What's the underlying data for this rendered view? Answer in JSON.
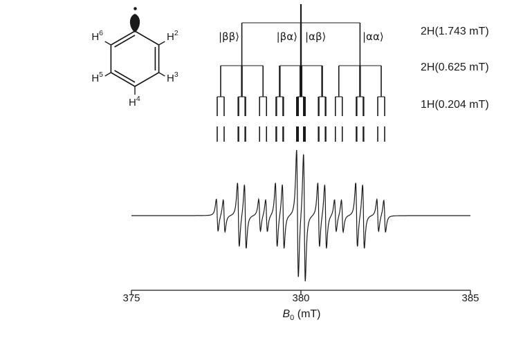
{
  "molecule": {
    "h2": {
      "symbol": "H",
      "num": "2"
    },
    "h3": {
      "symbol": "H",
      "num": "3"
    },
    "h4": {
      "symbol": "H",
      "num": "4"
    },
    "h5": {
      "symbol": "H",
      "num": "5"
    },
    "h6": {
      "symbol": "H",
      "num": "6"
    }
  },
  "tree": {
    "state_labels": [
      "|ββ⟩",
      "|βα⟩",
      "|αβ⟩",
      "|αα⟩"
    ],
    "coupling_labels": [
      "2H(1.743 mT)",
      "2H(0.625 mT)",
      "1H(0.204 mT)"
    ]
  },
  "axis": {
    "ticks": [
      "375",
      "380",
      "385"
    ],
    "label_base": "B",
    "label_sub": "0",
    "label_unit": " (mT)"
  },
  "chart_data": {
    "type": "line",
    "title": "",
    "xlabel": "B0 (mT)",
    "ylabel": "",
    "xlim": [
      375,
      385
    ],
    "x_ticks": [
      375,
      380,
      385
    ],
    "center_field_mT": 380,
    "couplings": [
      {
        "nuclei": "2H",
        "a_mT": 1.743,
        "multiplet_weights": [
          1,
          2,
          1
        ],
        "label": "2H(1.743 mT)"
      },
      {
        "nuclei": "2H",
        "a_mT": 0.625,
        "multiplet_weights": [
          1,
          2,
          1
        ],
        "label": "2H(0.625 mT)"
      },
      {
        "nuclei": "1H",
        "a_mT": 0.204,
        "multiplet_weights": [
          1,
          1
        ],
        "label": "1H(0.204 mT)"
      }
    ],
    "lineshape": "lorentzian_first_derivative",
    "linewidth_mT": 0.045,
    "first_splitting_states": [
      "ββ",
      "βα",
      "αβ",
      "αα"
    ],
    "grid": false,
    "legend": false
  }
}
